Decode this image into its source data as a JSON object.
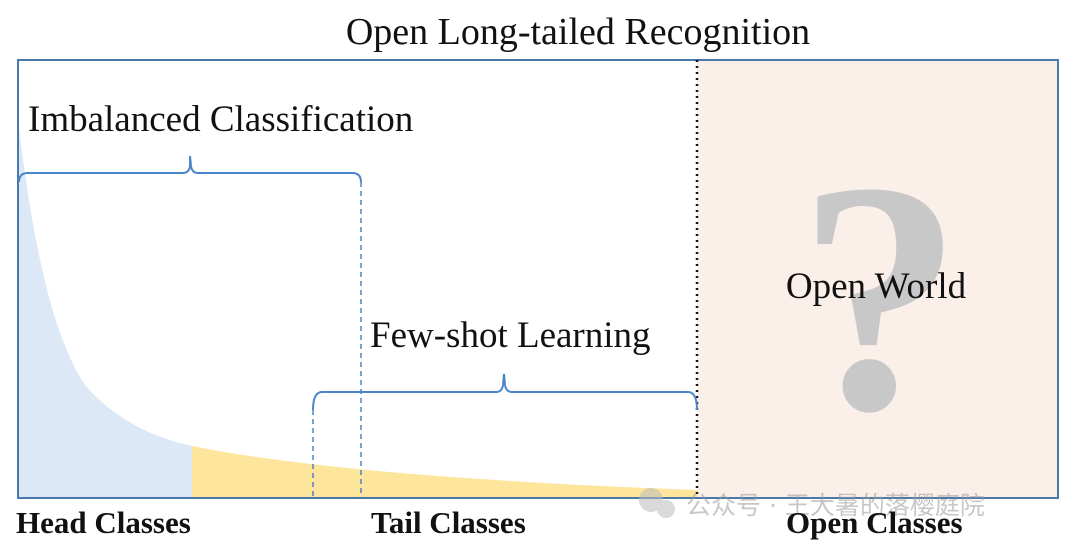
{
  "title": "Open Long-tailed Recognition",
  "regions": {
    "imbalanced": "Imbalanced Classification",
    "fewshot": "Few-shot Learning",
    "open_world": "Open World",
    "open_world_symbol": "?"
  },
  "bottom_labels": {
    "head": "Head Classes",
    "tail": "Tail Classes",
    "open": "Open Classes"
  },
  "watermark": "公众号 · 王大暑的落樱庭院",
  "colors": {
    "frame": "#4a78a8",
    "bracket": "#4a86c8",
    "head_fill": "#dce8f5",
    "tail_fill": "#fde59b",
    "open_fill": "#fbefe9",
    "question_mark": "#c8c8c8",
    "text": "#111111"
  }
}
